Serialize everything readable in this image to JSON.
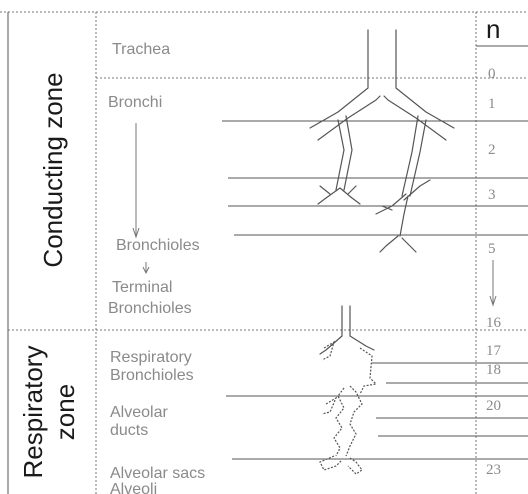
{
  "zones": {
    "conducting": "Conducting zone",
    "respiratory_line1": "Respiratory",
    "respiratory_line2": "zone"
  },
  "column_header": "n",
  "labels": {
    "trachea": "Trachea",
    "bronchi": "Bronchi",
    "bronchioles": "Bronchioles",
    "terminal_line1": "Terminal",
    "terminal_line2": "Bronchioles",
    "respiratory_line1": "Respiratory",
    "respiratory_line2": "Bronchioles",
    "alveolar_line1": "Alveolar",
    "alveolar_line2": "ducts",
    "sacs": "Alveolar sacs",
    "alveoli": "Alveoli"
  },
  "generations": [
    "0",
    "1",
    "2",
    "3",
    "5",
    "16",
    "17",
    "18",
    "20",
    "23"
  ]
}
